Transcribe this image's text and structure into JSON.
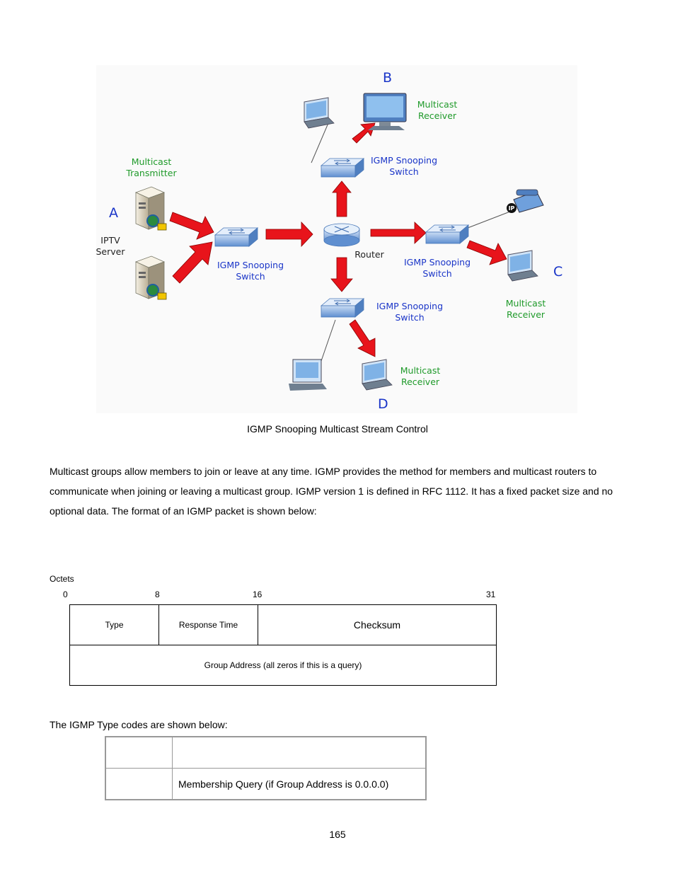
{
  "diagram": {
    "letters": {
      "a": "A",
      "b": "B",
      "c": "C",
      "d": "D"
    },
    "labels": {
      "transmitter": [
        "Multicast",
        "Transmitter"
      ],
      "server": [
        "IPTV",
        "Server"
      ],
      "switch_main": [
        "IGMP Snooping",
        "Switch"
      ],
      "switch_top": [
        "IGMP Snooping",
        "Switch"
      ],
      "switch_right": [
        "IGMP Snooping",
        "Switch"
      ],
      "switch_bottom": [
        "IGMP Snooping",
        "Switch"
      ],
      "router": "Router",
      "receiver_b": [
        "Multicast",
        "Receiver"
      ],
      "receiver_c": [
        "Multicast",
        "Receiver"
      ],
      "receiver_d": [
        "Multicast",
        "Receiver"
      ],
      "ip_badge": "IP"
    },
    "colors": {
      "arrow": "#e8141b",
      "blue_text": "#1a35c8",
      "green_text": "#1f9a2a",
      "switch": "#5f8fd0"
    }
  },
  "caption": "IGMP Snooping Multicast Stream Control",
  "paragraph": "Multicast groups allow members to join or leave at any time. IGMP provides the method for members and multicast routers to communicate when joining or leaving a multicast group. IGMP version 1 is defined in RFC 1112. It has a fixed packet size and no optional data. The format of an IGMP packet is shown below:",
  "packet": {
    "octets_label": "Octets",
    "bits": [
      "0",
      "8",
      "16",
      "31"
    ],
    "type": "Type",
    "response_time": "Response Time",
    "checksum": "Checksum",
    "group_address": "Group Address (all zeros if this is a query)"
  },
  "type_codes_intro": "The IGMP Type codes are shown below:",
  "type_codes": {
    "row1": [
      "",
      ""
    ],
    "row2": [
      "",
      "Membership Query (if Group Address is 0.0.0.0)"
    ]
  },
  "page_number": "165"
}
